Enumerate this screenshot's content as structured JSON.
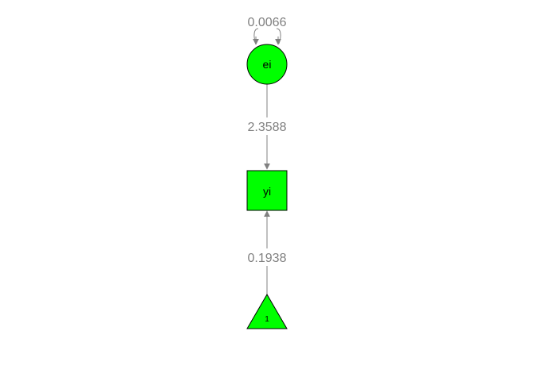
{
  "colors": {
    "node_fill": "#00ff00",
    "node_stroke": "#000000",
    "edge": "#808080"
  },
  "nodes": {
    "latent": {
      "label": "ei",
      "shape": "circle"
    },
    "observed": {
      "label": "yi",
      "shape": "square"
    },
    "constant": {
      "label": "1",
      "shape": "triangle"
    }
  },
  "edges": {
    "residual_variance": {
      "from": "ei",
      "to": "ei",
      "label": "0.0066"
    },
    "loading": {
      "from": "ei",
      "to": "yi",
      "label": "2.3588"
    },
    "intercept": {
      "from": "1",
      "to": "yi",
      "label": "0.1938"
    }
  }
}
